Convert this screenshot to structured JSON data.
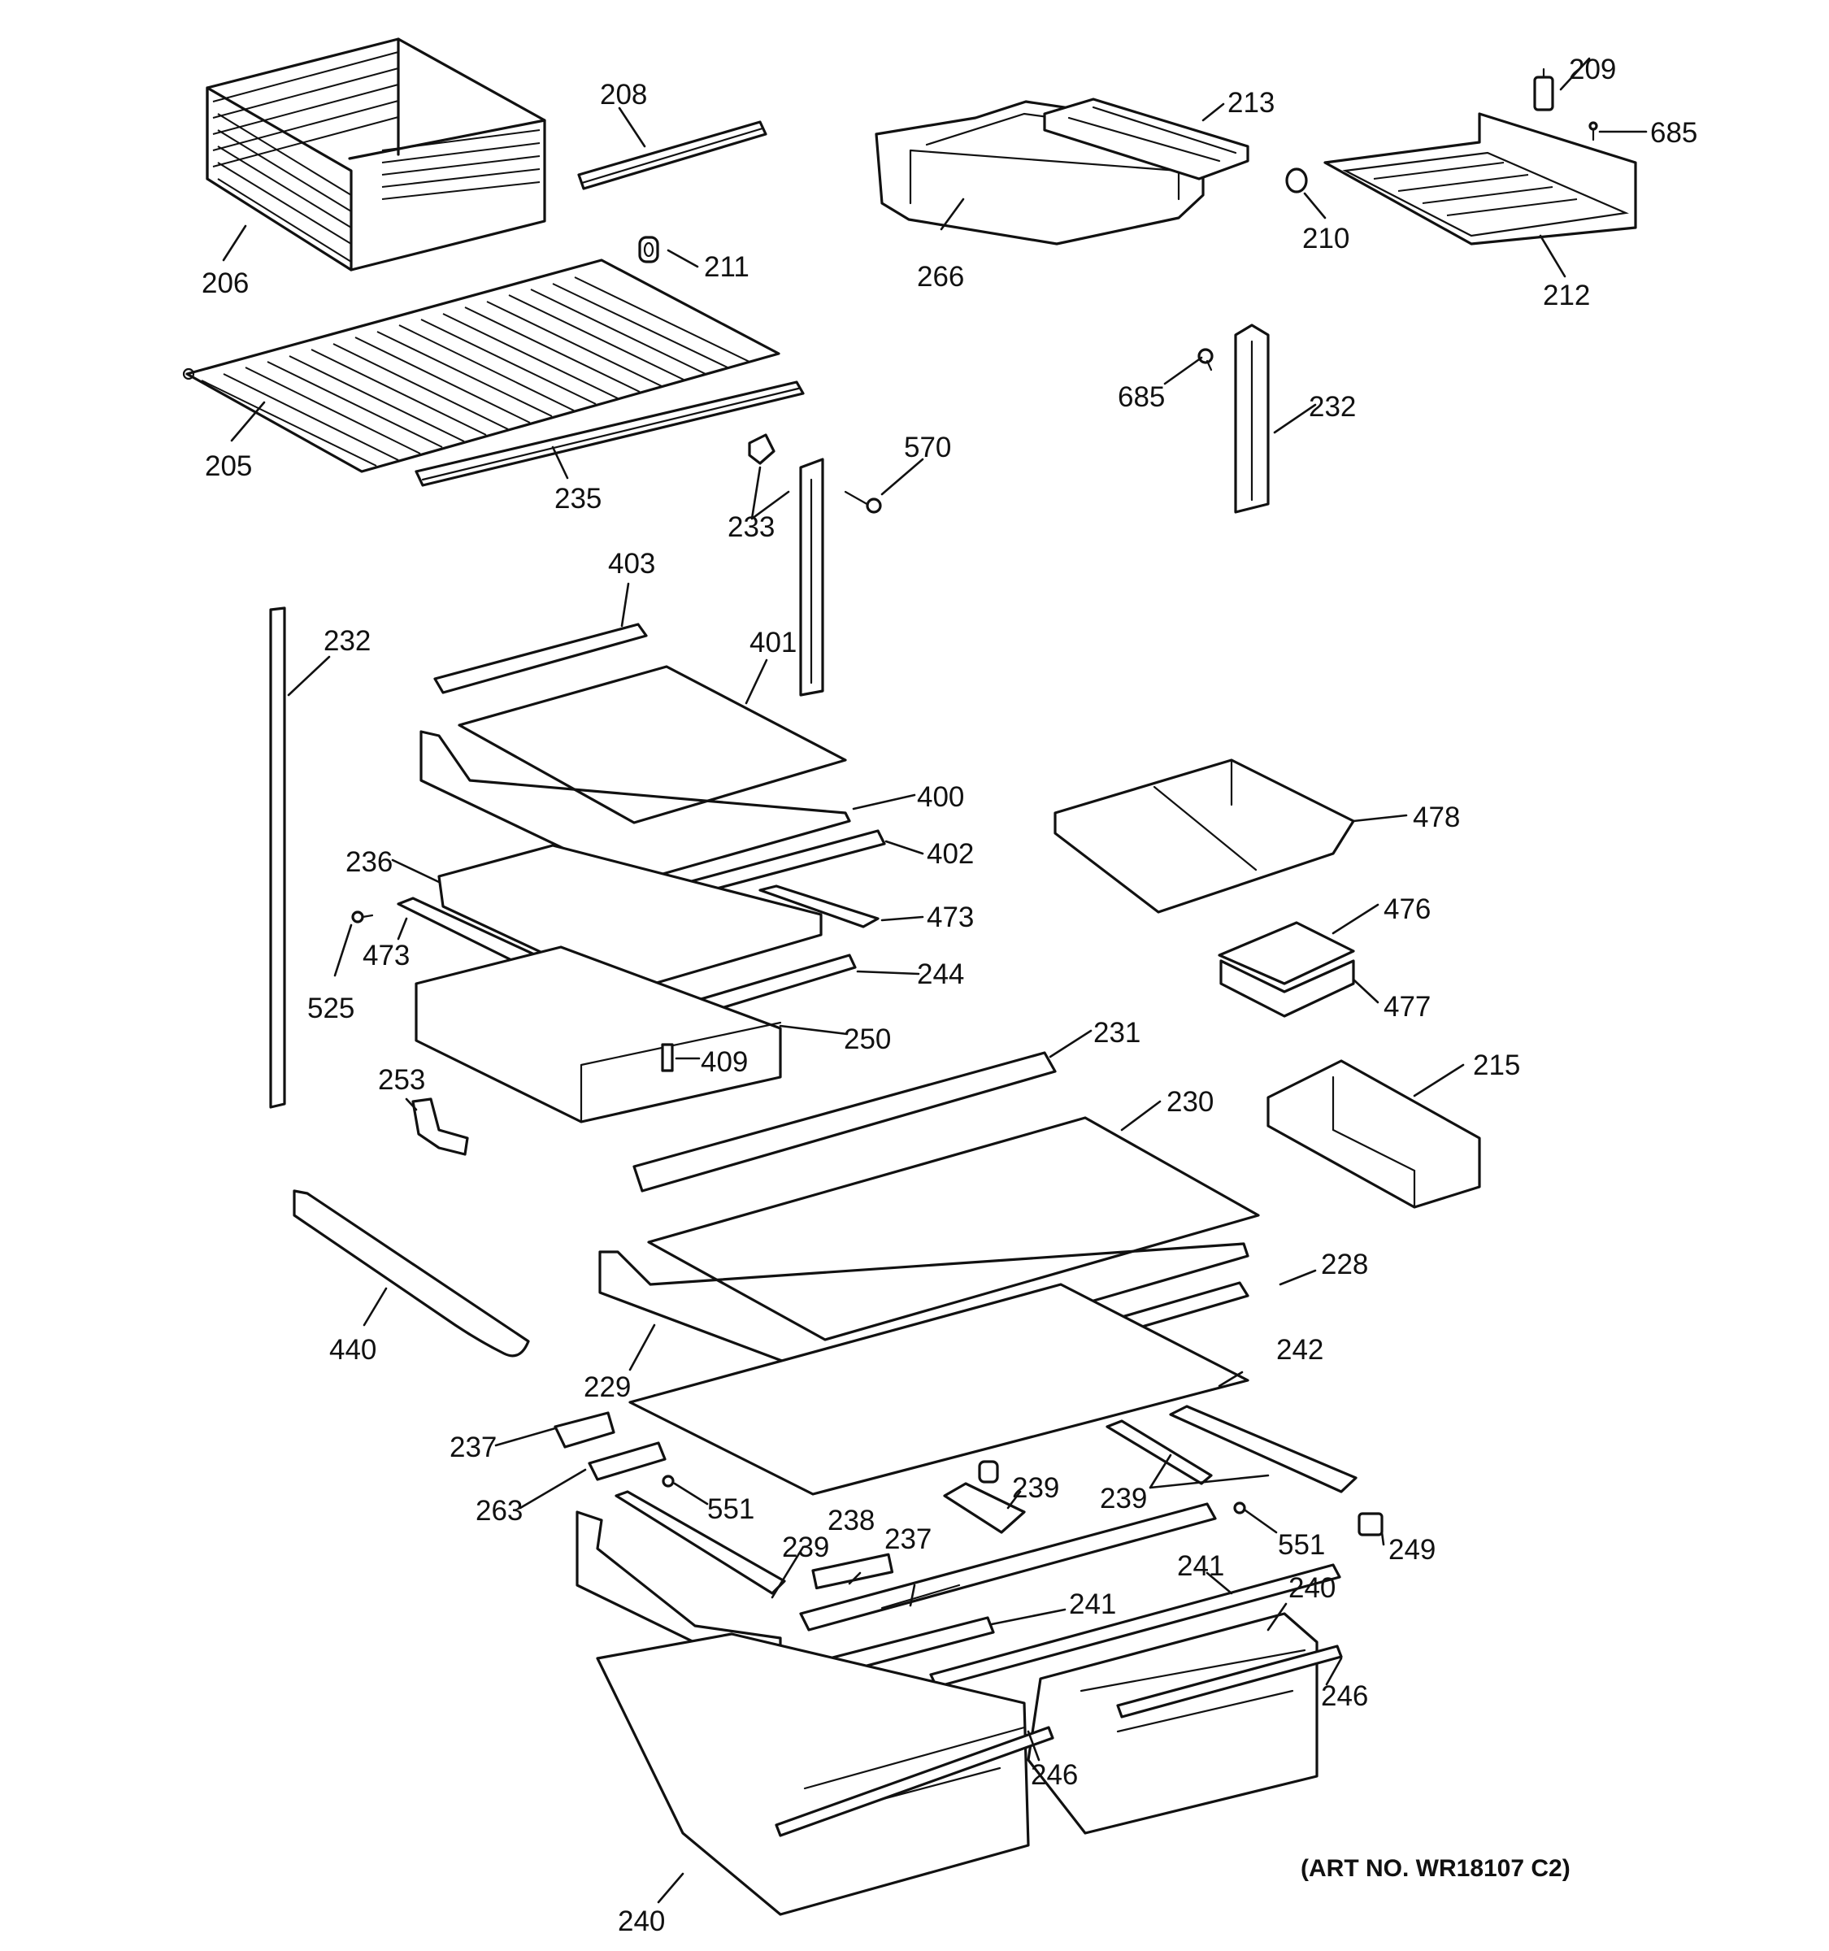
{
  "diagram": {
    "art_number": "(ART NO. WR18107 C2)",
    "callouts": [
      {
        "id": "c206",
        "label": "206"
      },
      {
        "id": "c208",
        "label": "208"
      },
      {
        "id": "c211",
        "label": "211"
      },
      {
        "id": "c205",
        "label": "205"
      },
      {
        "id": "c235",
        "label": "235"
      },
      {
        "id": "c233",
        "label": "233"
      },
      {
        "id": "c570",
        "label": "570"
      },
      {
        "id": "c213",
        "label": "213"
      },
      {
        "id": "c266",
        "label": "266"
      },
      {
        "id": "c209",
        "label": "209"
      },
      {
        "id": "c685a",
        "label": "685"
      },
      {
        "id": "c210",
        "label": "210"
      },
      {
        "id": "c212",
        "label": "212"
      },
      {
        "id": "c685b",
        "label": "685"
      },
      {
        "id": "c232a",
        "label": "232"
      },
      {
        "id": "c232b",
        "label": "232"
      },
      {
        "id": "c403",
        "label": "403"
      },
      {
        "id": "c401",
        "label": "401"
      },
      {
        "id": "c400",
        "label": "400"
      },
      {
        "id": "c402",
        "label": "402"
      },
      {
        "id": "c236",
        "label": "236"
      },
      {
        "id": "c473a",
        "label": "473"
      },
      {
        "id": "c473b",
        "label": "473"
      },
      {
        "id": "c525",
        "label": "525"
      },
      {
        "id": "c244",
        "label": "244"
      },
      {
        "id": "c250",
        "label": "250"
      },
      {
        "id": "c409",
        "label": "409"
      },
      {
        "id": "c253",
        "label": "253"
      },
      {
        "id": "c478",
        "label": "478"
      },
      {
        "id": "c476",
        "label": "476"
      },
      {
        "id": "c477",
        "label": "477"
      },
      {
        "id": "c231",
        "label": "231"
      },
      {
        "id": "c230",
        "label": "230"
      },
      {
        "id": "c215",
        "label": "215"
      },
      {
        "id": "c228",
        "label": "228"
      },
      {
        "id": "c440",
        "label": "440"
      },
      {
        "id": "c229",
        "label": "229"
      },
      {
        "id": "c242",
        "label": "242"
      },
      {
        "id": "c237a",
        "label": "237"
      },
      {
        "id": "c263",
        "label": "263"
      },
      {
        "id": "c551a",
        "label": "551"
      },
      {
        "id": "c239a",
        "label": "239"
      },
      {
        "id": "c239b",
        "label": "239"
      },
      {
        "id": "c551b",
        "label": "551"
      },
      {
        "id": "c249",
        "label": "249"
      },
      {
        "id": "c239c",
        "label": "239"
      },
      {
        "id": "c238",
        "label": "238"
      },
      {
        "id": "c237b",
        "label": "237"
      },
      {
        "id": "c241a",
        "label": "241"
      },
      {
        "id": "c241b",
        "label": "241"
      },
      {
        "id": "c240a",
        "label": "240"
      },
      {
        "id": "c246a",
        "label": "246"
      },
      {
        "id": "c246b",
        "label": "246"
      },
      {
        "id": "c240b",
        "label": "240"
      }
    ]
  }
}
